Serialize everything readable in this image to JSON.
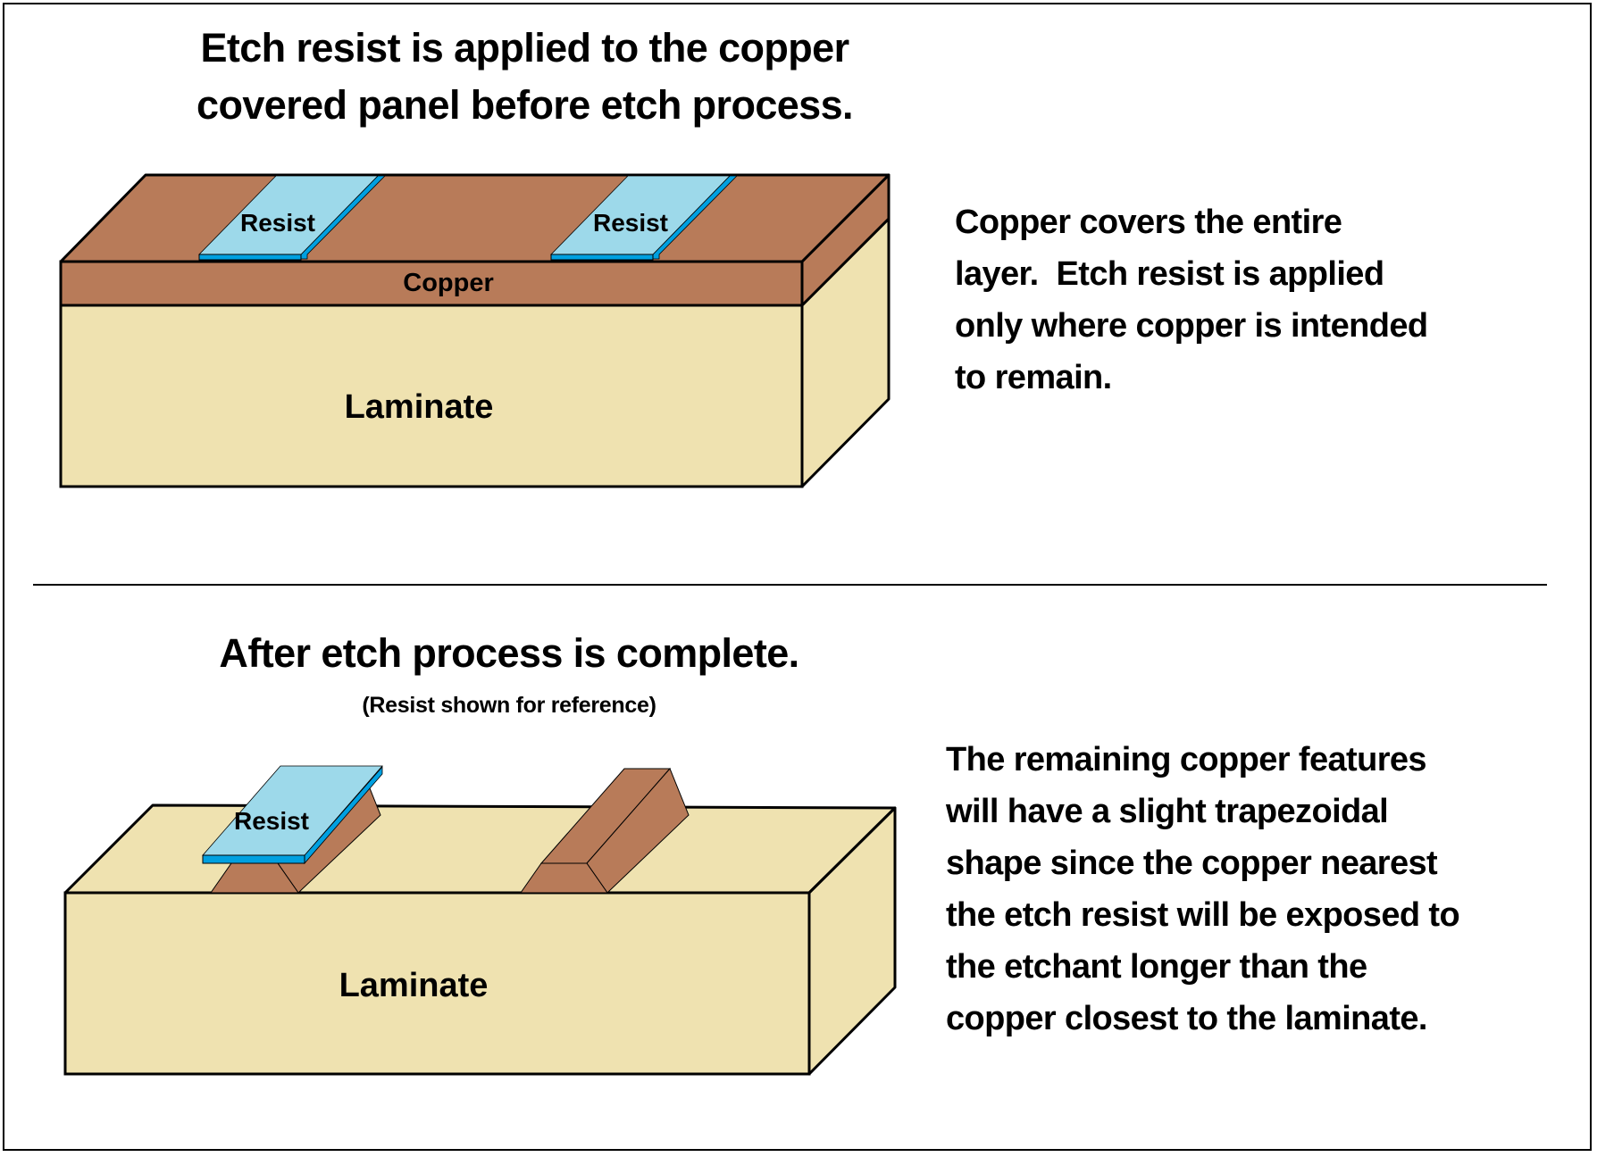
{
  "colors": {
    "copper": "#B87B59",
    "laminate": "#EFE2B0",
    "resist_top": "#9DD9EA",
    "resist_edge": "#00A0E0",
    "outline": "#000000"
  },
  "top_section": {
    "title_lines": [
      "Etch resist is applied to the copper",
      "covered panel before etch process."
    ],
    "diagram": {
      "resist_labels": [
        "Resist",
        "Resist"
      ],
      "copper_label": "Copper",
      "laminate_label": "Laminate"
    },
    "description_lines": [
      "Copper covers the entire",
      "layer.  Etch resist is applied",
      "only where copper is intended",
      "to remain."
    ]
  },
  "bottom_section": {
    "title": "After etch process is complete.",
    "subtitle": "(Resist shown for reference)",
    "diagram": {
      "resist_label": "Resist",
      "laminate_label": "Laminate"
    },
    "description_lines": [
      "The remaining copper features",
      "will have a slight trapezoidal",
      "shape since the copper nearest",
      "the etch resist will be exposed to",
      "the etchant longer than the",
      "copper closest to the laminate."
    ]
  }
}
